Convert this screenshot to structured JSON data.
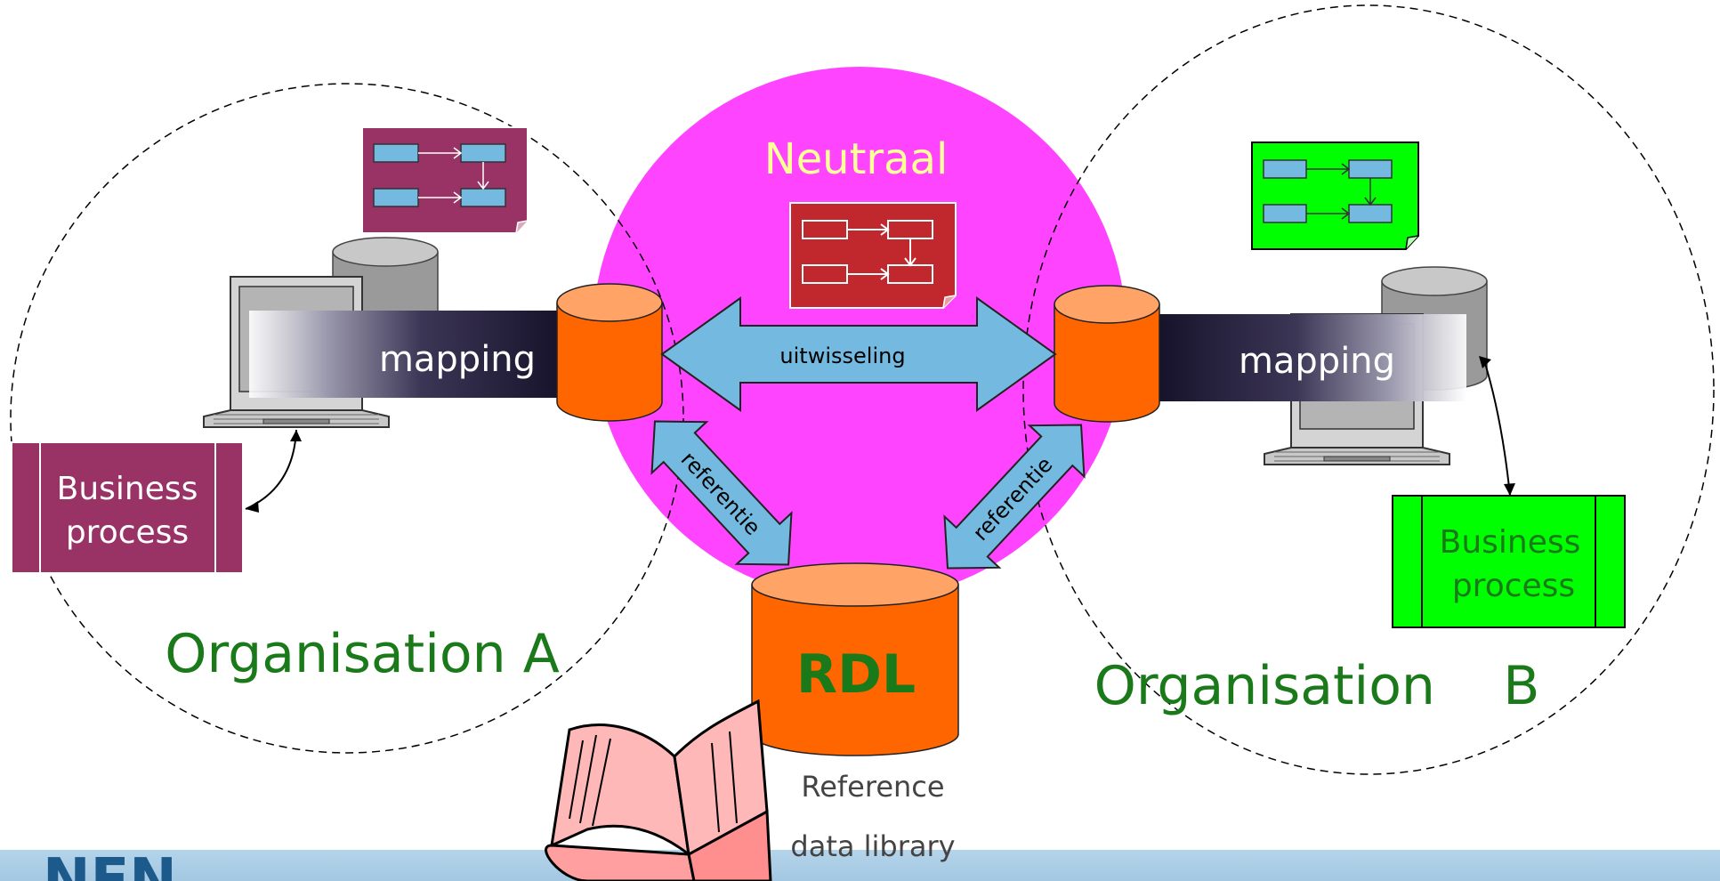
{
  "center": {
    "title": "Neutraal",
    "exchange_label": "uitwisseling",
    "reference_left": "referentie",
    "reference_right": "referentie"
  },
  "org_a": {
    "label": "Organisation A",
    "mapping_label": "mapping",
    "business_line1": "Business",
    "business_line2": "process"
  },
  "org_b": {
    "label": "Organisation    B",
    "mapping_label": "mapping",
    "business_line1": "Business",
    "business_line2": "process"
  },
  "rdl": {
    "label": "RDL",
    "caption_line1": "Reference",
    "caption_line2": "data library"
  },
  "footer": {
    "logo_text": "NEN"
  },
  "colors": {
    "neutral_circle": "#ff44ff",
    "neutral_title": "#ffff99",
    "org_label": "#1a7a1a",
    "db_orange": "#ff6600",
    "db_orange_top": "#ffa366",
    "arrow_blue": "#74b9e0",
    "maroon": "#993366",
    "green": "#00ff00",
    "red_doc": "#c0282d",
    "footer_bar": "#a8cde6",
    "footer_logo": "#1d5a8c"
  }
}
